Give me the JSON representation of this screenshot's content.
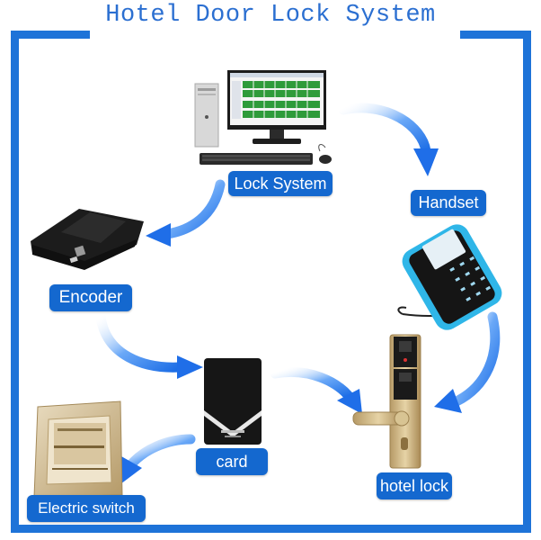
{
  "title": "Hotel Door Lock System",
  "labels": {
    "lock_system": "Lock System",
    "handset": "Handset",
    "encoder": "Encoder",
    "card": "card",
    "hotel_lock": "hotel lock",
    "electric_switch": "Electric switch"
  },
  "colors": {
    "frame": "#1e73d8",
    "label_bg": "#1468cf",
    "arrow": "#2f7ff0",
    "title": "#2b6fd1"
  },
  "icons": [
    "computer-icon",
    "encoder-device-icon",
    "handset-device-icon",
    "card-icon",
    "door-lock-icon",
    "electric-switch-icon"
  ]
}
